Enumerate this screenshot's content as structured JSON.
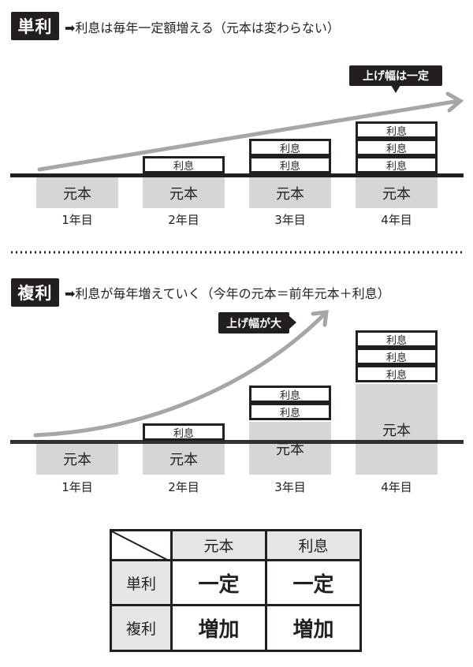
{
  "simple": {
    "badge": "単利",
    "description": "利息は毎年一定額増える（元本は変わらない）",
    "callout": "上げ幅は一定",
    "principal_label": "元本",
    "interest_label": "利息",
    "years": [
      "1年目",
      "2年目",
      "3年目",
      "4年目"
    ],
    "interest_blocks": [
      0,
      1,
      2,
      3
    ]
  },
  "compound": {
    "badge": "複利",
    "description": "利息が毎年増えていく（今年の元本＝前年元本＋利息）",
    "callout": "上げ幅が大",
    "principal_label": "元本",
    "interest_label": "利息",
    "years": [
      "1年目",
      "2年目",
      "3年目",
      "4年目"
    ],
    "interest_blocks": [
      0,
      1,
      2,
      3
    ]
  },
  "table": {
    "headers": [
      "元本",
      "利息"
    ],
    "rows": [
      {
        "label": "単利",
        "principal": "一定",
        "interest": "一定"
      },
      {
        "label": "複利",
        "principal": "増加",
        "interest": "増加"
      }
    ]
  },
  "colors": {
    "dark": "#231f20",
    "principal_gray": "#d6d6d6",
    "arrow_gray": "#a6a6a6"
  }
}
